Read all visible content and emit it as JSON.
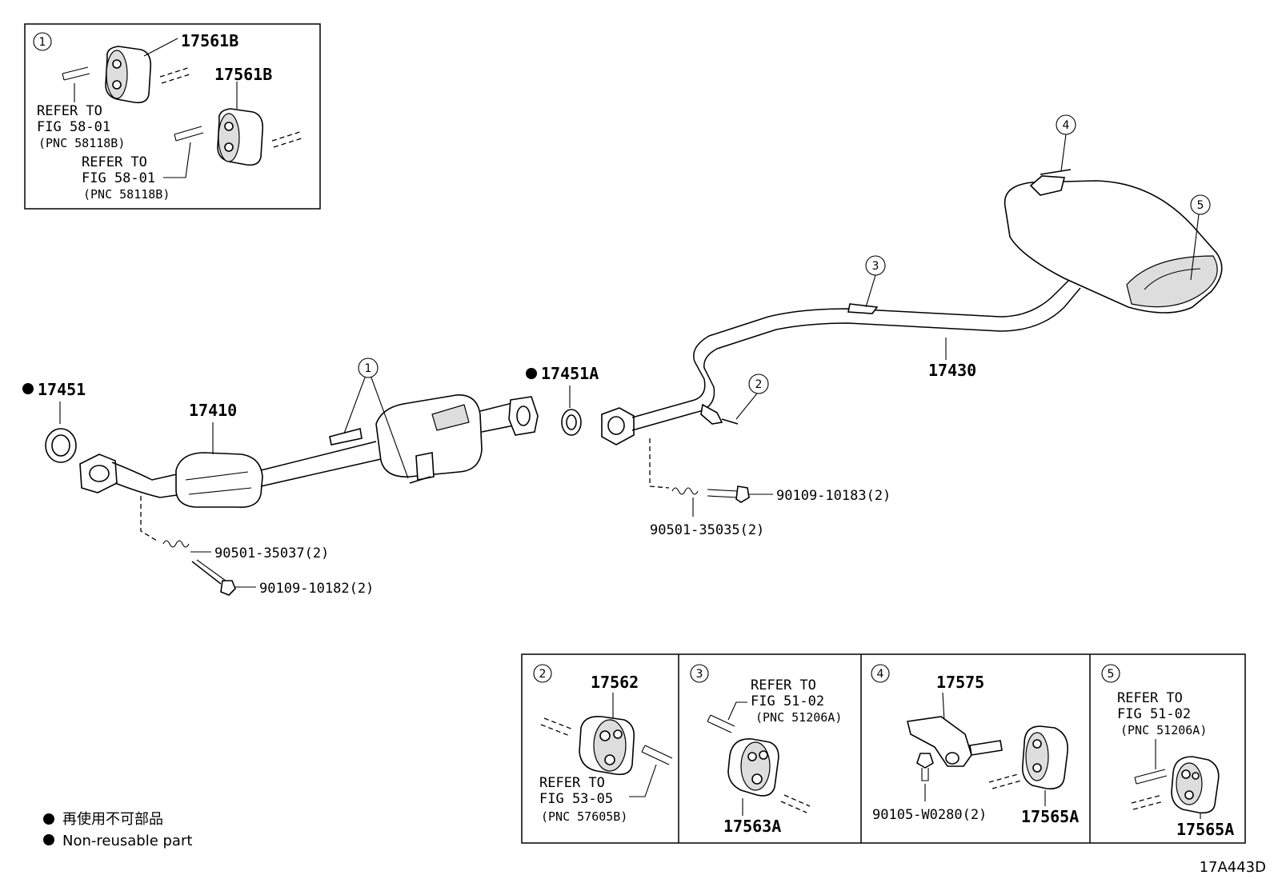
{
  "callouts": {
    "c1": "1",
    "c2": "2",
    "c3": "3",
    "c4": "4",
    "c5": "5"
  },
  "labels": {
    "p17451": "17451",
    "p17451A": "17451A",
    "p17410": "17410",
    "p17430": "17430",
    "p90501_35037": "90501-35037(2)",
    "p90109_10182": "90109-10182(2)",
    "p90501_35035": "90501-35035(2)",
    "p90109_10183": "90109-10183(2)"
  },
  "inset1": {
    "part_a": "17561B",
    "part_b": "17561B",
    "ref_a": [
      "REFER TO",
      "FIG 58-01",
      "(PNC 58118B)"
    ],
    "ref_b": [
      "REFER TO",
      "FIG 58-01",
      "(PNC 58118B)"
    ]
  },
  "inset2": {
    "part": "17562",
    "ref": [
      "REFER TO",
      "FIG 53-05",
      "(PNC 57605B)"
    ]
  },
  "inset3": {
    "part": "17563A",
    "ref": [
      "REFER TO",
      "FIG 51-02",
      "(PNC 51206A)"
    ]
  },
  "inset4": {
    "part_bracket": "17575",
    "part_bolt": "90105-W0280(2)",
    "part_hanger": "17565A"
  },
  "inset5": {
    "part": "17565A",
    "ref": [
      "REFER TO",
      "FIG 51-02",
      "(PNC 51206A)"
    ]
  },
  "legend": {
    "jp": "再使用不可部品",
    "en": "Non-reusable part"
  },
  "figure_code": "17A443D"
}
